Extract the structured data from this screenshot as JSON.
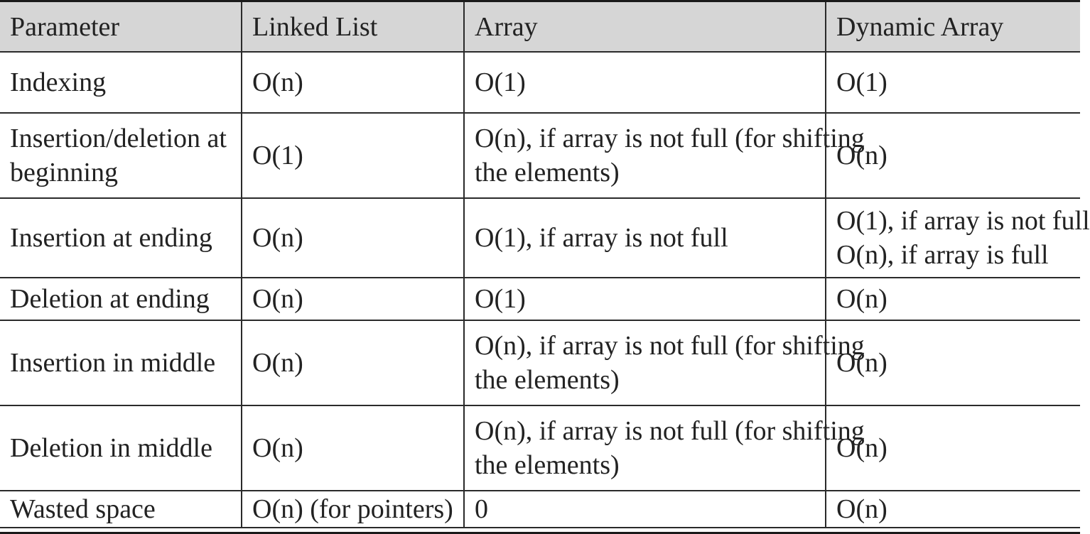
{
  "table": {
    "headers": [
      "Parameter",
      "Linked List",
      "Array",
      "Dynamic Array"
    ],
    "rows": [
      {
        "parameter": "Indexing",
        "linked_list": "O(n)",
        "array": [
          "O(1)"
        ],
        "dynamic_array": [
          "O(1)"
        ]
      },
      {
        "parameter": [
          "Insertion/deletion at",
          "beginning"
        ],
        "linked_list": "O(1)",
        "array": [
          "O(n), if array is not full (for shifting",
          "the elements)"
        ],
        "dynamic_array": [
          "O(n)"
        ]
      },
      {
        "parameter": "Insertion at ending",
        "linked_list": "O(n)",
        "array": [
          "O(1), if array is not full"
        ],
        "dynamic_array": [
          "O(1), if array is not full",
          "O(n), if array is full"
        ]
      },
      {
        "parameter": "Deletion at ending",
        "linked_list": "O(n)",
        "array": [
          "O(1)"
        ],
        "dynamic_array": [
          "O(n)"
        ]
      },
      {
        "parameter": "Insertion in middle",
        "linked_list": "O(n)",
        "array": [
          "O(n), if array is not full (for shifting",
          "the elements)"
        ],
        "dynamic_array": [
          "O(n)"
        ]
      },
      {
        "parameter": "Deletion in middle",
        "linked_list": "O(n)",
        "array": [
          "O(n), if array is not full (for shifting",
          "the elements)"
        ],
        "dynamic_array": [
          "O(n)"
        ]
      },
      {
        "parameter": "Wasted space",
        "linked_list": "O(n) (for pointers)",
        "array": [
          "0"
        ],
        "dynamic_array": [
          "O(n)"
        ]
      }
    ]
  }
}
